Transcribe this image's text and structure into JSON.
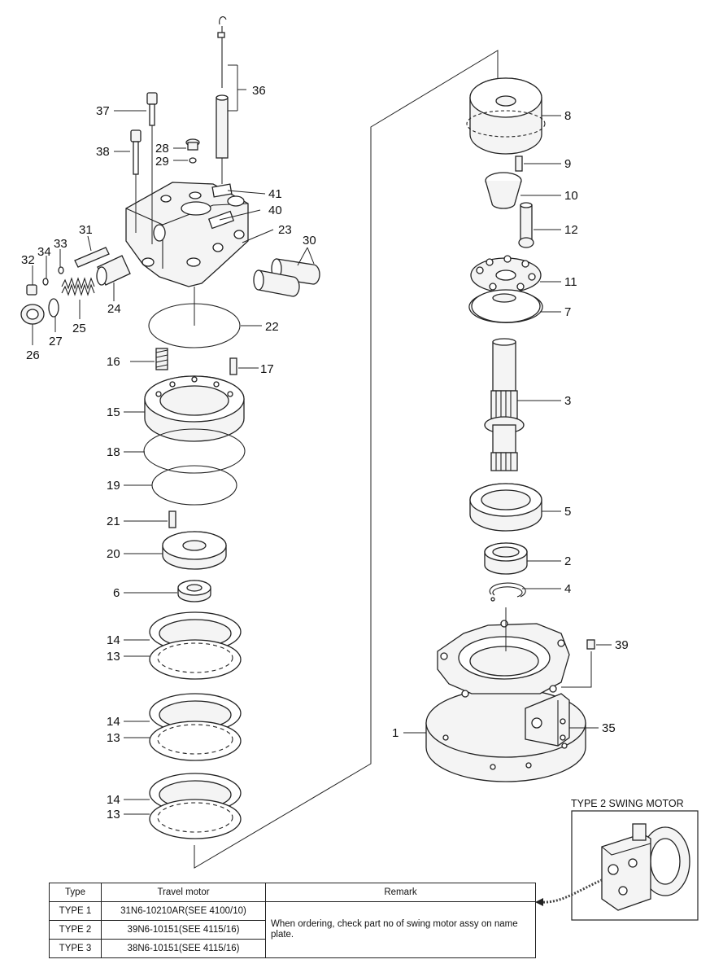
{
  "diagram": {
    "part_numbers": [
      "1",
      "2",
      "3",
      "4",
      "5",
      "6",
      "7",
      "8",
      "9",
      "10",
      "11",
      "12",
      "13",
      "14",
      "15",
      "16",
      "17",
      "18",
      "19",
      "20",
      "21",
      "22",
      "23",
      "24",
      "25",
      "26",
      "27",
      "28",
      "29",
      "30",
      "31",
      "32",
      "33",
      "34",
      "35",
      "36",
      "37",
      "38",
      "39",
      "40",
      "41"
    ],
    "repeated_labels": {
      "plate_13": "13",
      "plate_14": "14"
    },
    "inset_title": "TYPE 2 SWING MOTOR"
  },
  "table": {
    "headers": [
      "Type",
      "Travel motor",
      "Remark"
    ],
    "rows": [
      {
        "type": "TYPE 1",
        "travel_motor": "31N6-10210AR(SEE 4100/10)"
      },
      {
        "type": "TYPE 2",
        "travel_motor": "39N6-10151(SEE 4115/16)"
      },
      {
        "type": "TYPE 3",
        "travel_motor": "38N6-10151(SEE 4115/16)"
      }
    ],
    "remark": "When ordering, check part no of swing motor assy on name plate."
  }
}
